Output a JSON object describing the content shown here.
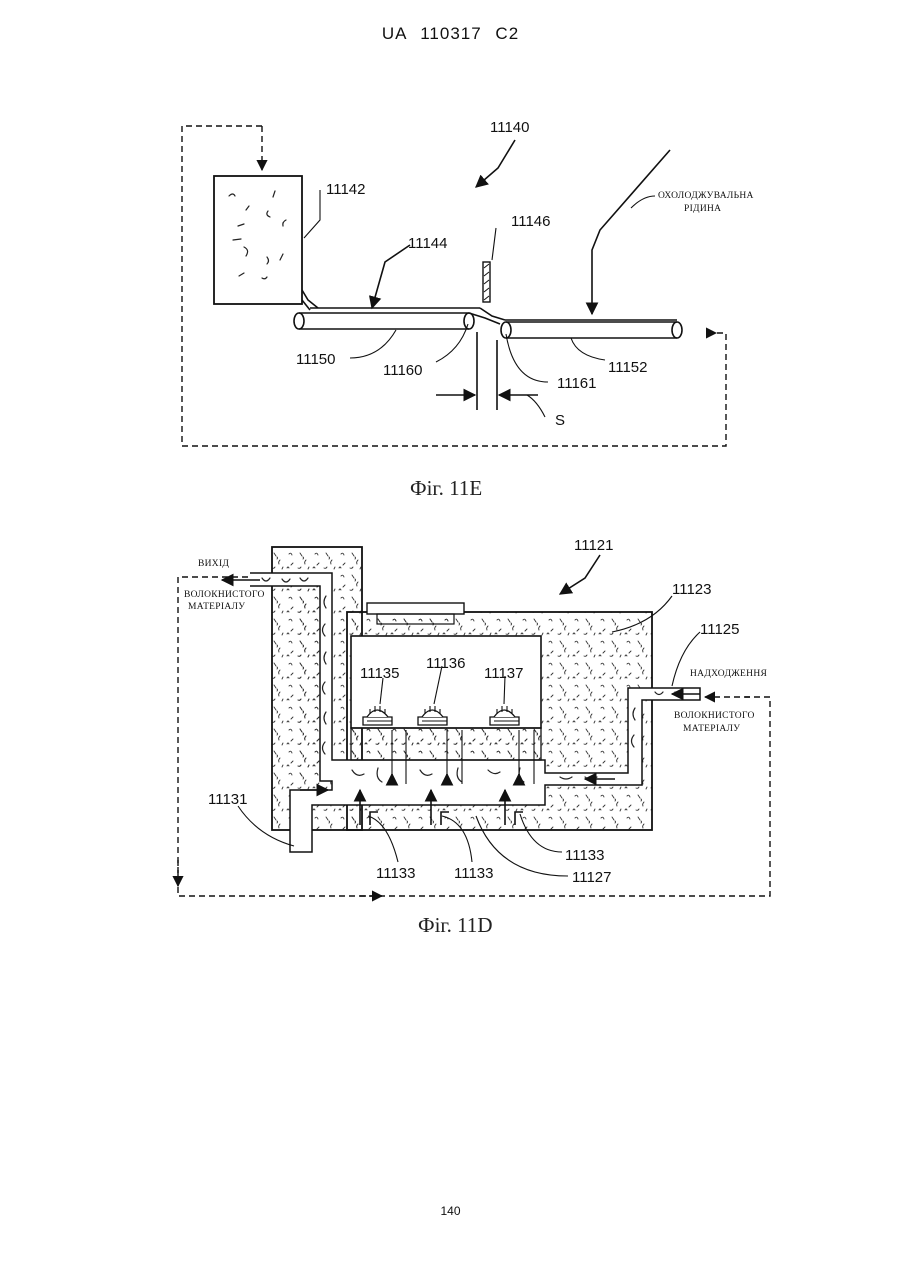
{
  "header": "UA   110317   C2",
  "page_number": "140",
  "fig_e": {
    "caption": "Фіг. 11E",
    "labels": {
      "l11140": "11140",
      "l11142": "11142",
      "l11144": "11144",
      "l11146": "11146",
      "l11150": "11150",
      "l11160": "11160",
      "l11161": "11161",
      "l11152": "11152",
      "gap": "S"
    },
    "coolant": [
      "ОХОЛОДЖУВАЛЬНА",
      "РІДИНА"
    ]
  },
  "fig_d": {
    "caption": "Фіг. 11D",
    "labels": {
      "l11121": "11121",
      "l11123": "11123",
      "l11125": "11125",
      "l11135": "11135",
      "l11136": "11136",
      "l11137": "11137",
      "l11131": "11131",
      "l11133a": "11133",
      "l11133b": "11133",
      "l11133c": "11133",
      "l11127": "11127"
    },
    "output_text": [
      "ВИХІД",
      "ВОЛОКНИСТОГО",
      "МАТЕРІАЛУ"
    ],
    "input_text": [
      "НАДХОДЖЕННЯ",
      "ВОЛОКНИСТОГО",
      "МАТЕРІАЛУ"
    ]
  }
}
